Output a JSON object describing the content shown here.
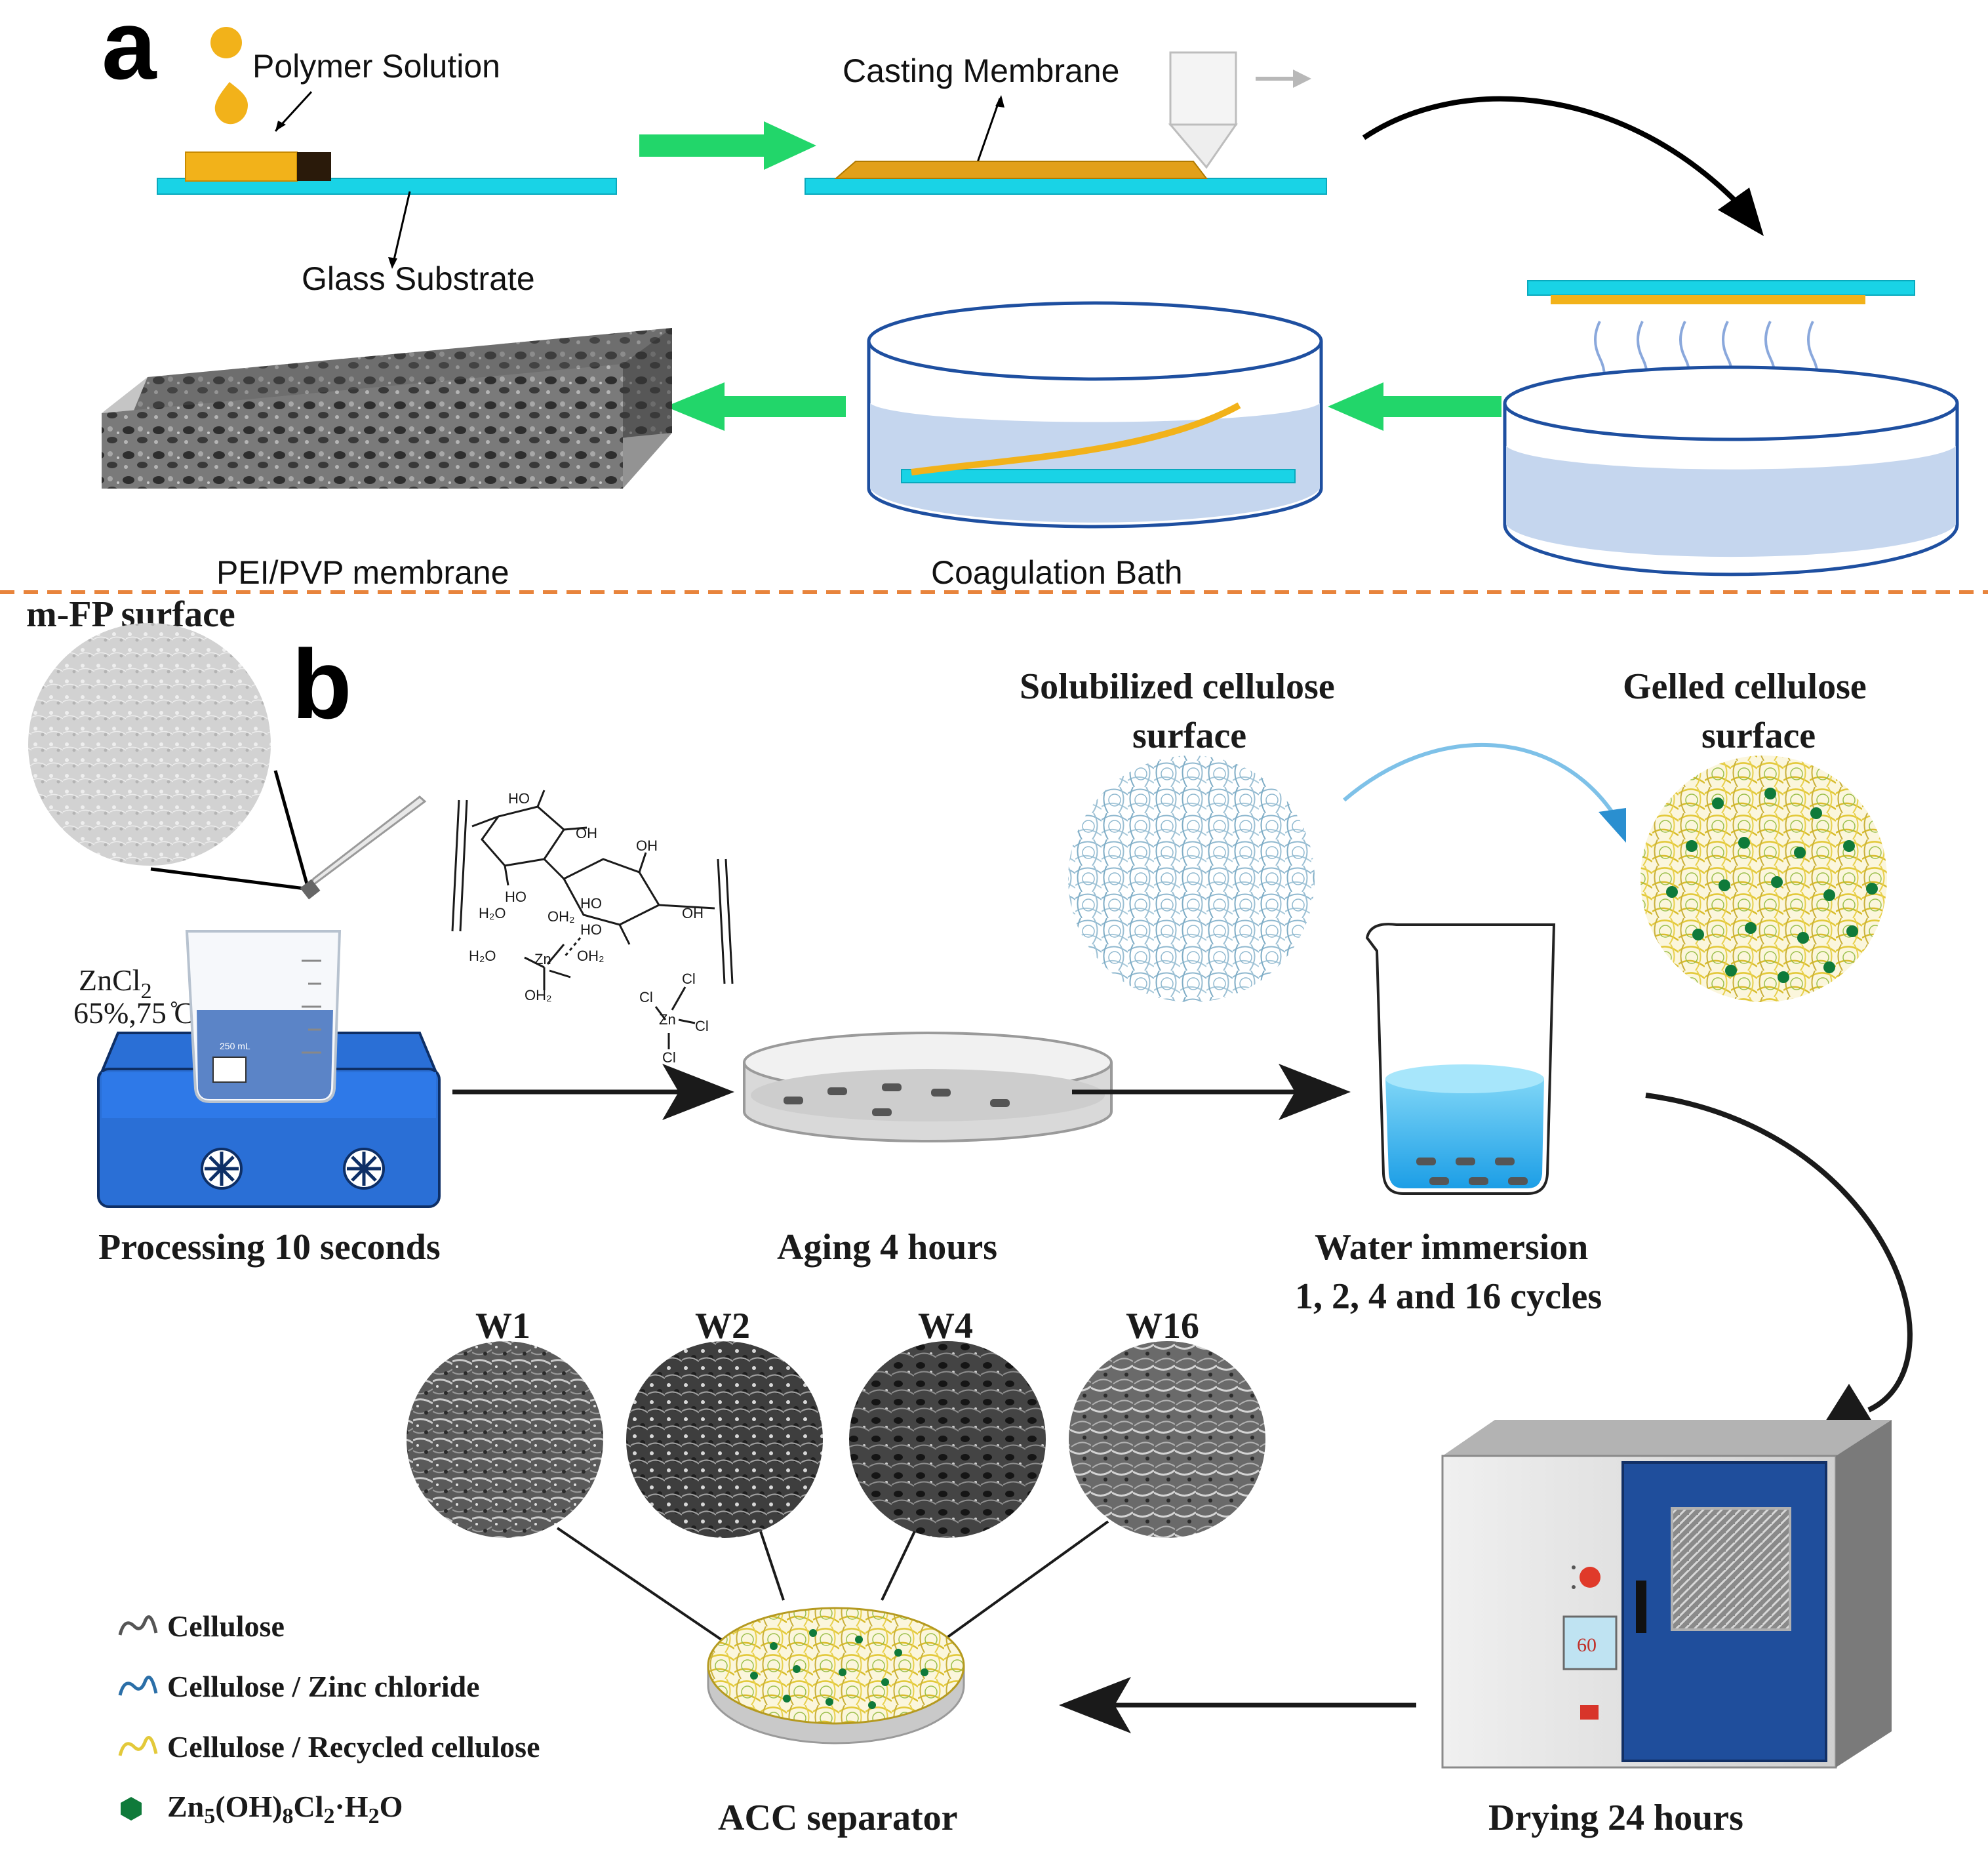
{
  "panel_a": {
    "letter": "a",
    "labels": {
      "polymer_solution": "Polymer Solution",
      "casting_membrane": "Casting Membrane",
      "glass_substrate": "Glass Substrate",
      "pei_pvp_membrane": "PEI/PVP membrane",
      "coagulation_bath": "Coagulation Bath"
    }
  },
  "panel_b": {
    "letter": "b",
    "mfp_surface": "m-FP surface",
    "zncl2_label": "ZnCl",
    "zncl2_sub": "2",
    "zncl2_conditions": "65%,75 ̊C",
    "solubilized_line1": "Solubilized cellulose",
    "solubilized_line2": "surface",
    "gelled_line1": "Gelled cellulose",
    "gelled_line2": "surface",
    "steps": {
      "processing": "Processing 10 seconds",
      "aging": "Aging 4 hours",
      "water_line1": "Water immersion",
      "water_line2": "1, 2, 4 and 16 cycles",
      "drying": "Drying 24 hours",
      "separator": "ACC separator"
    },
    "samples": [
      "W1",
      "W2",
      "W4",
      "W16"
    ],
    "oven_display": "60",
    "legend": {
      "cellulose": "Cellulose",
      "cellulose_zncl": "Cellulose / Zinc chloride",
      "cellulose_recycled": "Cellulose / Recycled cellulose",
      "zn_prefix": "Zn",
      "zn_sub1": "5",
      "zn_mid1": "(OH)",
      "zn_sub2": "8",
      "zn_mid2": "Cl",
      "zn_sub3": "2",
      "zn_suffix": "·H",
      "zn_sub4": "2",
      "zn_end": "O"
    },
    "molecule_labels": [
      "HO",
      "OH",
      "HO",
      "OH",
      "HO",
      "OH",
      "H₂O",
      "OH₂",
      "HO",
      "H₂O",
      "OH₂",
      "Zn",
      "OH₂",
      "Cl",
      "Zn",
      "Cl",
      "Cl",
      "Cl"
    ]
  },
  "colors": {
    "cyan_substrate": "#19d3e6",
    "polymer_gold": "#f2b21a",
    "green_arrow": "#22d66a",
    "bath_water": "#c5d6ee",
    "bath_rim": "#1e4fa0",
    "divider_orange": "#e8843c",
    "hotplate_blue": "#2a6fd6",
    "oven_door": "#1f4e9c",
    "cellulose_blue": "#8fb8cf",
    "cellulose_yellow": "#e3c93a",
    "zn_green": "#0f7a3a"
  }
}
